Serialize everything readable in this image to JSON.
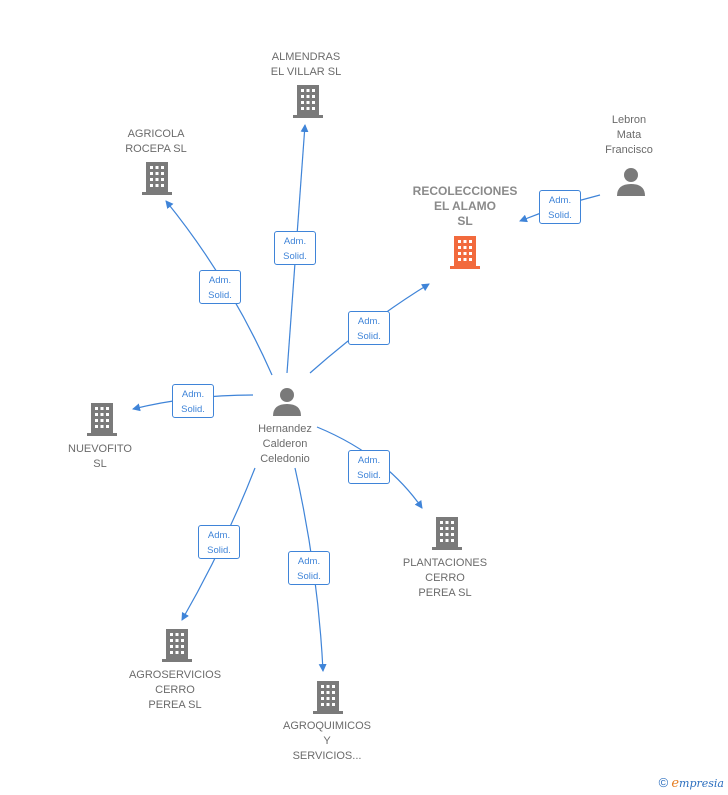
{
  "colors": {
    "edge": "#3f84d8",
    "company": "#7a7a7a",
    "focus": "#f26a3d",
    "person": "#7a7a7a"
  },
  "edge_label": "Adm.\nSolid.",
  "nodes": {
    "focus": {
      "label": "RECOLECCIONES\nEL ALAMO\nSL",
      "type": "company",
      "icon": "building-icon"
    },
    "almendras": {
      "label": "ALMENDRAS\nEL VILLAR  SL",
      "type": "company",
      "icon": "building-icon"
    },
    "agricola": {
      "label": "AGRICOLA\nROCEPA  SL",
      "type": "company",
      "icon": "building-icon"
    },
    "nuevofito": {
      "label": "NUEVOFITO\nSL",
      "type": "company",
      "icon": "building-icon"
    },
    "plantaciones": {
      "label": "PLANTACIONES\nCERRO\nPEREA  SL",
      "type": "company",
      "icon": "building-icon"
    },
    "agroservicios": {
      "label": "AGROSERVICIOS\nCERRO\nPEREA  SL",
      "type": "company",
      "icon": "building-icon"
    },
    "agroquimicos": {
      "label": "AGROQUIMICOS\nY\nSERVICIOS...",
      "type": "company",
      "icon": "building-icon"
    },
    "hernandez": {
      "label": "Hernandez\nCalderon\nCeledonio",
      "type": "person",
      "icon": "person-icon"
    },
    "lebron": {
      "label": "Lebron\nMata\nFrancisco",
      "type": "person",
      "icon": "person-icon"
    }
  },
  "footer": {
    "copyright": "©",
    "brand_initial": "e",
    "brand_rest": "mpresia"
  }
}
